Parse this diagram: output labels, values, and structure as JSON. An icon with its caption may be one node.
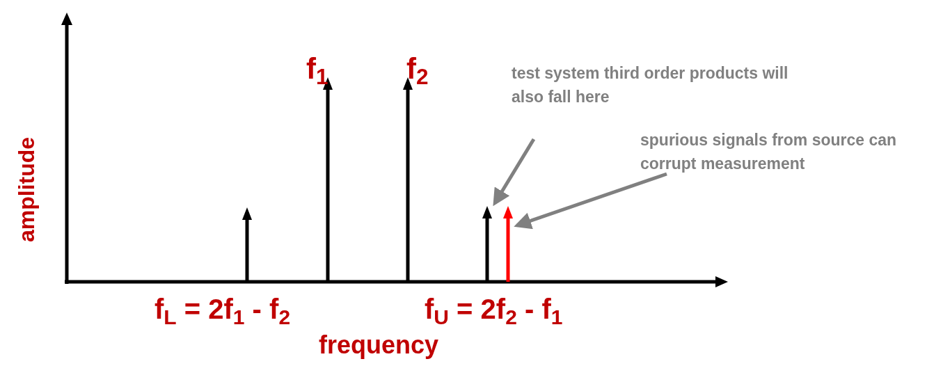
{
  "diagram": {
    "nodes": [
      {
        "text": [
          "test system third order products will also fall here"
        ]
      },
      {
        "text": [
          "spurious signals from source can corrupt measurement"
        ]
      },
      {
        "text": [],
        "shape": "arrow"
      },
      {
        "text": [],
        "shape": "arrow"
      },
      {
        "text": [],
        "shape": "arrow"
      },
      {
        "text": [],
        "shape": "arrow"
      },
      {
        "text": [],
        "shape": "arrow"
      }
    ],
    "edges": [
      {
        "from": 0,
        "to": 5,
        "arrow": "to",
        "color": "#808080"
      },
      {
        "from": 1,
        "to": 6,
        "arrow": "to",
        "color": "#808080"
      }
    ],
    "labels": [
      "f$_{1}$",
      "f$_{2}$",
      "amplitude",
      "f$_{L}$ = 2f$_{1}$ - f$_{2}$",
      "f$_{U}$ = 2f$_{2}$ - f$_{1}$",
      "frequency"
    ]
  }
}
